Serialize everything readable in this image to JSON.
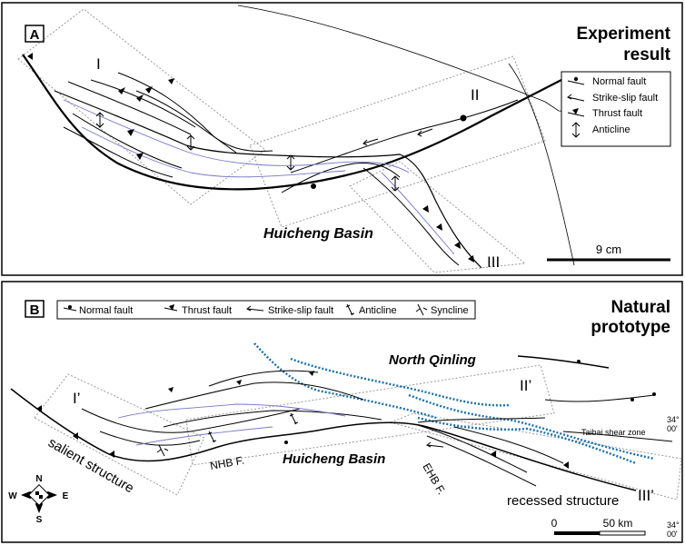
{
  "panel_a": {
    "label": "A",
    "title_line1": "Experiment",
    "title_line2": "result",
    "zones": [
      "I",
      "II",
      "III"
    ],
    "basin": "Huicheng Basin",
    "scale": "9 cm",
    "legend": {
      "normal": "Normal fault",
      "strike_slip": "Strike-slip fault",
      "thrust": "Thrust fault",
      "anticline": "Anticline"
    }
  },
  "panel_b": {
    "label": "B",
    "title_line1": "Natural",
    "title_line2": "prototype",
    "zones": [
      "I’",
      "II’",
      "III’"
    ],
    "basin": "Huicheng Basin",
    "north_qinling": "North Qinling",
    "salient": "salient structure",
    "recessed": "recessed structure",
    "nhb": "NHB F.",
    "ehb": "EHB F.",
    "taibai": "Taibai shear zone",
    "lat1_line1": "34°",
    "lat1_line2": "00'",
    "lat2_line1": "34°",
    "lat2_line2": "00'",
    "scale_0": "0",
    "scale_50": "50 km",
    "compass": {
      "n": "N",
      "s": "S",
      "e": "E",
      "w": "W"
    },
    "legend": {
      "normal": "Normal fault",
      "thrust": "Thrust fault",
      "strike_slip": "Strike-slip fault",
      "anticline": "Anticline",
      "syncline": "Syncline"
    }
  },
  "colors": {
    "line": "#000000",
    "fold": "#7777cc",
    "qinling": "#1a6fa8",
    "box": "#999999"
  }
}
